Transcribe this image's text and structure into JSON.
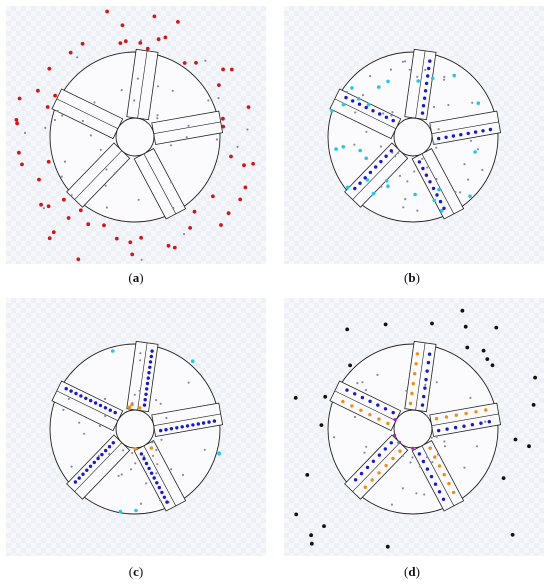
{
  "captions": {
    "a": {
      "open": "(",
      "letter": "a",
      "close": ")"
    },
    "b": {
      "open": "(",
      "letter": "b",
      "close": ")"
    },
    "c": {
      "open": "(",
      "letter": "c",
      "close": ")"
    },
    "d": {
      "open": "(",
      "letter": "d",
      "close": ")"
    }
  },
  "colors": {
    "red": "#d01818",
    "blue": "#1a1acc",
    "cyan": "#22c8e8",
    "orange": "#e8901a",
    "black": "#111111",
    "magenta": "#b020c0",
    "gray": "#8a8aa8",
    "outline": "#222222"
  },
  "panels": [
    {
      "id": "a",
      "scatter": [
        {
          "color": "red",
          "count": 60,
          "rmin": 1.03,
          "rmax": 1.6,
          "size": 1.9,
          "seed": 11
        },
        {
          "color": "gray",
          "count": 40,
          "rmin": 0.3,
          "rmax": 1.5,
          "size": 1.1,
          "seed": 12
        }
      ]
    },
    {
      "id": "b",
      "scatter": [
        {
          "color": "cyan",
          "count": 26,
          "rmin": 0.6,
          "rmax": 1.02,
          "size": 1.8,
          "seed": 21
        },
        {
          "color": "gray",
          "count": 45,
          "rmin": 0.2,
          "rmax": 0.95,
          "size": 1.1,
          "seed": 22
        }
      ],
      "spokeDots": {
        "color": "blue",
        "count": 8
      }
    },
    {
      "id": "c",
      "scatter": [
        {
          "color": "cyan",
          "count": 6,
          "rmin": 0.95,
          "rmax": 1.05,
          "size": 1.8,
          "seed": 31
        },
        {
          "color": "orange",
          "count": 5,
          "rmin": 0.22,
          "rmax": 0.3,
          "size": 1.7,
          "seed": 32
        },
        {
          "color": "gray",
          "count": 40,
          "rmin": 0.2,
          "rmax": 0.95,
          "size": 1.1,
          "seed": 33
        }
      ],
      "spokeDots": {
        "color": "blue",
        "count": 11
      }
    },
    {
      "id": "d",
      "scatter": [
        {
          "color": "black",
          "count": 36,
          "rmin": 1.05,
          "rmax": 1.85,
          "size": 1.9,
          "seed": 41
        },
        {
          "color": "magenta",
          "count": 4,
          "rmin": 0.22,
          "rmax": 0.3,
          "size": 1.6,
          "seed": 42
        },
        {
          "color": "gray",
          "count": 35,
          "rmin": 0.2,
          "rmax": 0.95,
          "size": 1.1,
          "seed": 43
        }
      ],
      "spokeDots": {
        "color": "blue",
        "count": 7
      },
      "spokeDots2": {
        "color": "orange",
        "count": 6
      }
    }
  ]
}
